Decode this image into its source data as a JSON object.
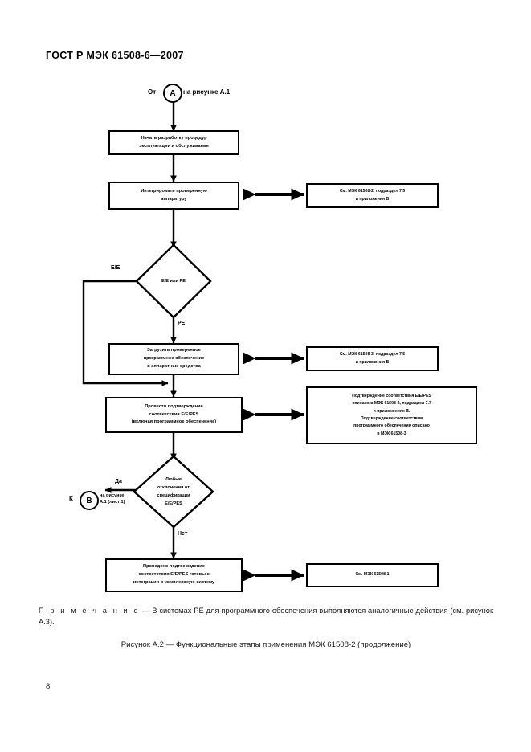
{
  "document": {
    "header": "ГОСТ Р МЭК 61508-6—2007",
    "page_number": "8"
  },
  "flowchart": {
    "entry_connector": {
      "prefix": "От",
      "letter": "А",
      "suffix": "на рисунке А.1"
    },
    "exit_connector": {
      "prefix": "К",
      "letter": "В",
      "suffix_line1": "на рисунке",
      "suffix_line2": "А.1 (лист 1)"
    },
    "nodes": [
      {
        "id": "start-procedures",
        "lines": [
          "Начать разработку процедур",
          "эксплуатации и обслуживания"
        ]
      },
      {
        "id": "integrate-hardware",
        "lines": [
          "Интегрировать проверенную",
          "аппаратуру"
        ]
      },
      {
        "id": "load-software",
        "lines": [
          "Загрузить проверенное",
          "программное обеспечение",
          "в аппаратные средства"
        ]
      },
      {
        "id": "validate-eepes",
        "lines": [
          "Провести подтверждение",
          "соответствия E/E/PES",
          "(включая программное обеспечение)"
        ]
      },
      {
        "id": "ready-for-integration",
        "lines": [
          "Проведено подтверждение",
          "соответствия E/E/PES готовы к",
          "интеграции в комплексную систему"
        ]
      }
    ],
    "decisions": [
      {
        "id": "ee-or-pe",
        "lines": [
          "E/E или PE"
        ]
      },
      {
        "id": "any-deviations",
        "lines": [
          "Любые",
          "отклонения от",
          "спецификации",
          "E/E/PES"
        ]
      }
    ],
    "edge_labels": {
      "ee": "E/E",
      "pe": "PE",
      "yes": "Да",
      "no": "Нет"
    },
    "references": [
      {
        "id": "ref-61508-2-75",
        "lines": [
          "См. МЭК 61508-2, подраздел 7.5",
          "и приложения B"
        ]
      },
      {
        "id": "ref-61508-3-75",
        "lines": [
          "См. МЭК 61508-3, подраздел 7.5",
          "и приложения B"
        ]
      },
      {
        "id": "ref-validation",
        "lines": [
          "Подтверждение соответствия E/E/PES",
          "описано в МЭК 61508-2, подраздел 7.7",
          "и приложениях B.",
          "Подтверждение соответствия",
          "программного обеспечения описано",
          "в МЭК 61508-3"
        ]
      },
      {
        "id": "ref-61508-1",
        "lines": [
          "См. МЭК 61508-1"
        ]
      }
    ]
  },
  "note": {
    "label": "П р и м е ч а н и е",
    "dash": " — ",
    "text": "В системах PE  для  программного  обеспечения  выполняются  аналогичные  действия (см. рисунок А.3)."
  },
  "caption": "Рисунок А.2 — Функциональные этапы применения МЭК 61508-2 (продолжение)",
  "colors": {
    "ink": "#000000",
    "paper": "#ffffff"
  }
}
